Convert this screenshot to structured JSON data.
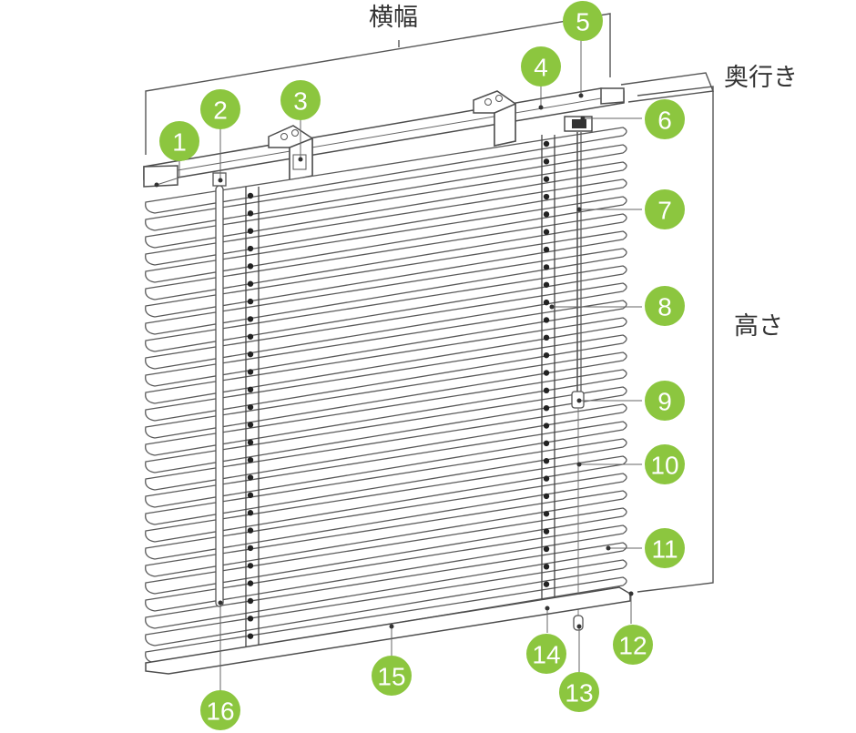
{
  "dimensions": {
    "width_label": "横幅",
    "depth_label": "奥行き",
    "height_label": "高さ"
  },
  "colors": {
    "badge": "#8cc63f",
    "line": "#555555",
    "text": "#333333"
  },
  "callouts": [
    "1",
    "2",
    "3",
    "4",
    "5",
    "6",
    "7",
    "8",
    "9",
    "10",
    "11",
    "12",
    "13",
    "14",
    "15",
    "16"
  ]
}
